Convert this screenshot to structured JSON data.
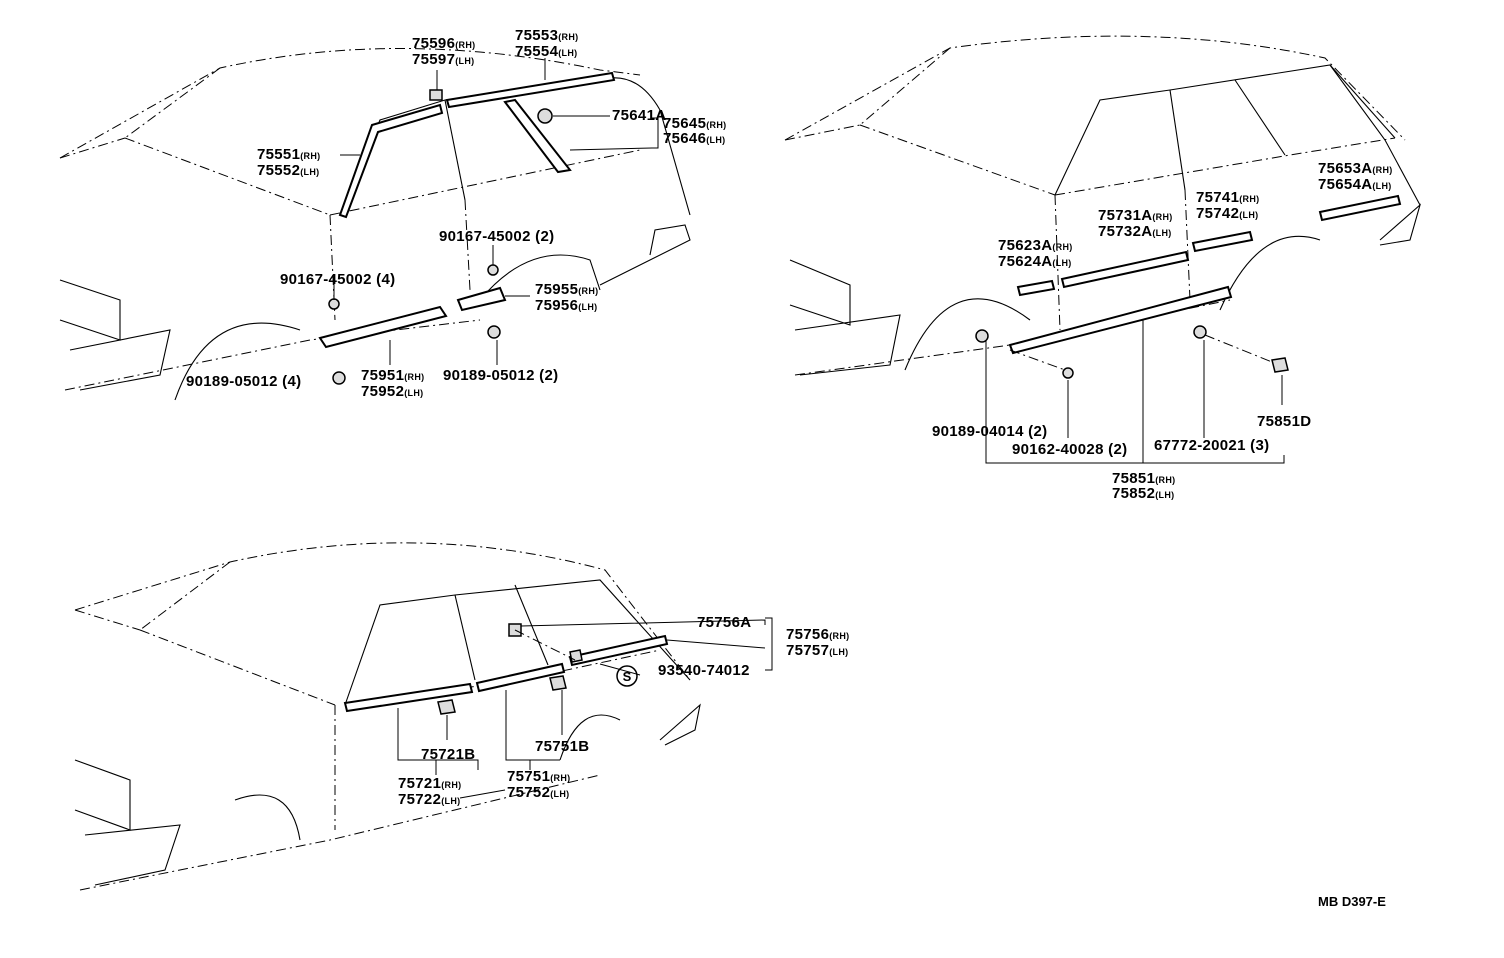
{
  "diagram_code": "MB D397-E",
  "suffix": {
    "rh": "(RH)",
    "lh": "(LH)"
  },
  "labels": [
    {
      "id": "l1",
      "num": "75596",
      "sfx": "(RH)"
    },
    {
      "id": "l2",
      "num": "75597",
      "sfx": "(LH)"
    },
    {
      "id": "l3",
      "num": "75553",
      "sfx": "(RH)"
    },
    {
      "id": "l4",
      "num": "75554",
      "sfx": "(LH)"
    },
    {
      "id": "l5",
      "num": "75641A",
      "sfx": ""
    },
    {
      "id": "l6",
      "num": "75645",
      "sfx": "(RH)"
    },
    {
      "id": "l7",
      "num": "75646",
      "sfx": "(LH)"
    },
    {
      "id": "l8",
      "num": "75551",
      "sfx": "(RH)"
    },
    {
      "id": "l9",
      "num": "75552",
      "sfx": "(LH)"
    },
    {
      "id": "l10",
      "num": "90167-45002 (2)",
      "sfx": ""
    },
    {
      "id": "l11",
      "num": "90167-45002 (4)",
      "sfx": ""
    },
    {
      "id": "l12",
      "num": "75955",
      "sfx": "(RH)"
    },
    {
      "id": "l13",
      "num": "75956",
      "sfx": "(LH)"
    },
    {
      "id": "l14",
      "num": "90189-05012 (4)",
      "sfx": ""
    },
    {
      "id": "l15",
      "num": "75951",
      "sfx": "(RH)"
    },
    {
      "id": "l16",
      "num": "75952",
      "sfx": "(LH)"
    },
    {
      "id": "l17",
      "num": "90189-05012 (2)",
      "sfx": ""
    },
    {
      "id": "r1",
      "num": "75653A",
      "sfx": "(RH)"
    },
    {
      "id": "r2",
      "num": "75654A",
      "sfx": "(LH)"
    },
    {
      "id": "r3",
      "num": "75741",
      "sfx": "(RH)"
    },
    {
      "id": "r4",
      "num": "75742",
      "sfx": "(LH)"
    },
    {
      "id": "r5",
      "num": "75731A",
      "sfx": "(RH)"
    },
    {
      "id": "r6",
      "num": "75732A",
      "sfx": "(LH)"
    },
    {
      "id": "r7",
      "num": "75623A",
      "sfx": "(RH)"
    },
    {
      "id": "r8",
      "num": "75624A",
      "sfx": "(LH)"
    },
    {
      "id": "r9",
      "num": "75851D",
      "sfx": ""
    },
    {
      "id": "r10",
      "num": "90189-04014 (2)",
      "sfx": ""
    },
    {
      "id": "r11",
      "num": "90162-40028 (2)",
      "sfx": ""
    },
    {
      "id": "r12",
      "num": "67772-20021 (3)",
      "sfx": ""
    },
    {
      "id": "r13",
      "num": "75851",
      "sfx": "(RH)"
    },
    {
      "id": "r14",
      "num": "75852",
      "sfx": "(LH)"
    },
    {
      "id": "b1",
      "num": "75756A",
      "sfx": ""
    },
    {
      "id": "b2",
      "num": "75756",
      "sfx": "(RH)"
    },
    {
      "id": "b3",
      "num": "75757",
      "sfx": "(LH)"
    },
    {
      "id": "b4",
      "num": "93540-74012",
      "sfx": ""
    },
    {
      "id": "b5",
      "num": "75721B",
      "sfx": ""
    },
    {
      "id": "b6",
      "num": "75751B",
      "sfx": ""
    },
    {
      "id": "b7",
      "num": "75721",
      "sfx": "(RH)"
    },
    {
      "id": "b8",
      "num": "75722",
      "sfx": "(LH)"
    },
    {
      "id": "b9",
      "num": "75751",
      "sfx": "(RH)"
    },
    {
      "id": "b10",
      "num": "75752",
      "sfx": "(LH)"
    }
  ],
  "s_mark": "S"
}
